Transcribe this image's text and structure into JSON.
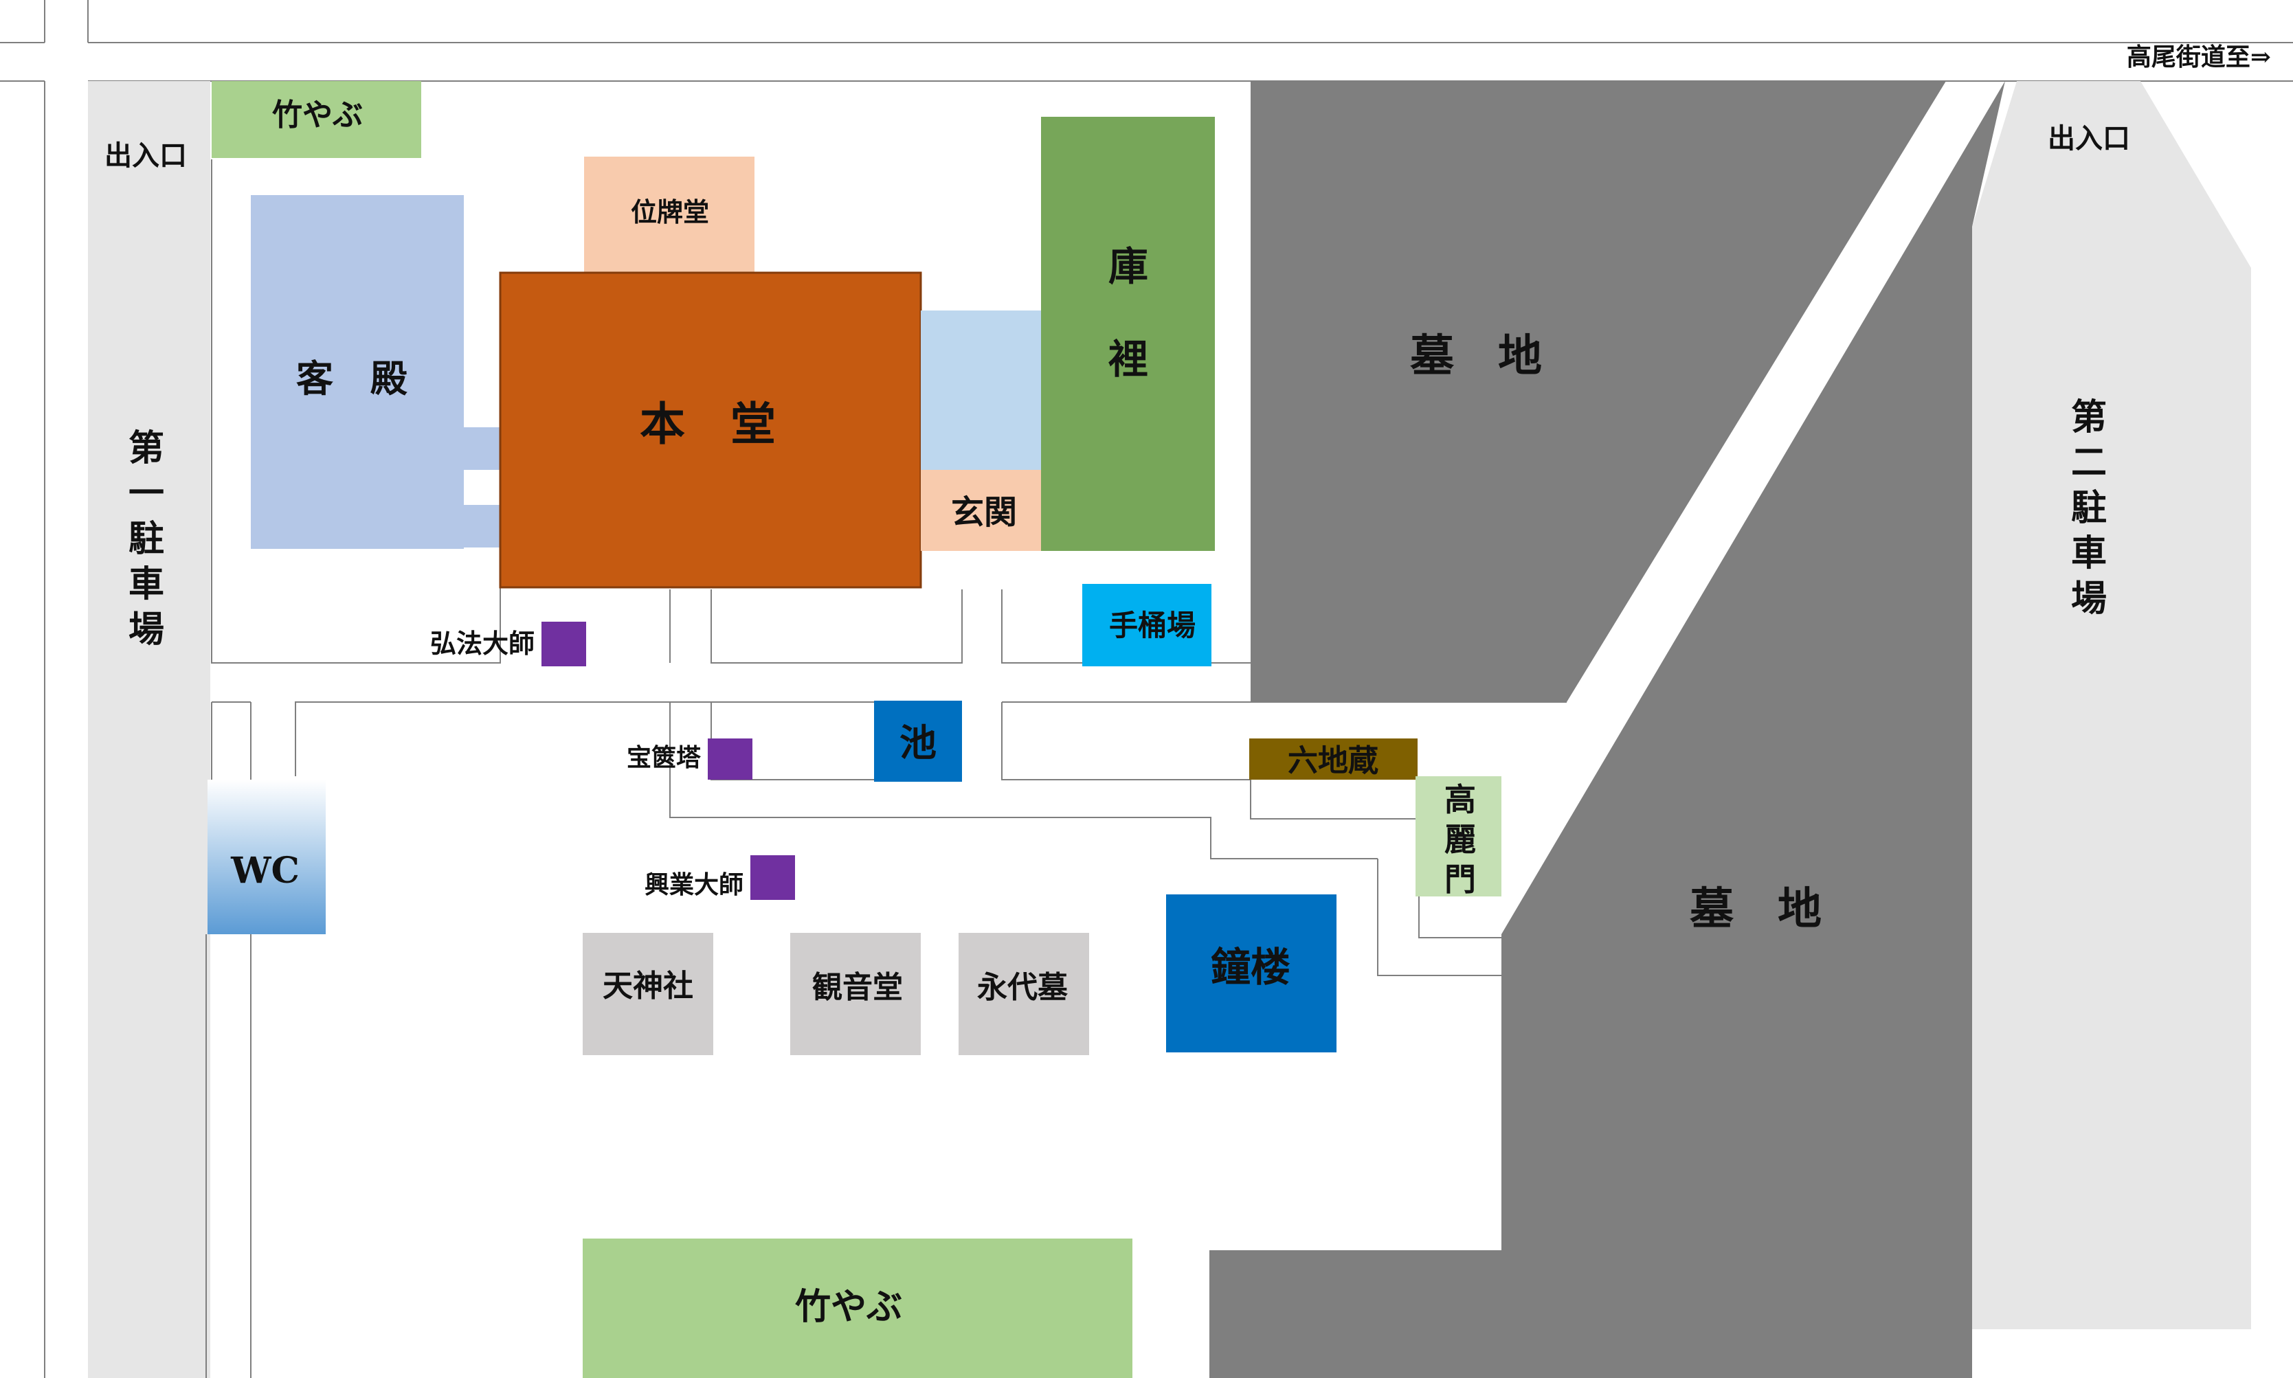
{
  "colors": {
    "road": "#e6e6e6",
    "grave": "#7f7f7f",
    "hall": "#c55a11",
    "guest_hall": "#b4c7e7",
    "corridor": "#bdd7ee",
    "ihaido": "#f8cbad",
    "kuri": "#77a659",
    "bamboo": "#a9d18e",
    "shrine": "#d0cece",
    "statue": "#7030a0",
    "pond": "#0070c0",
    "water": "#00b0f0",
    "jizo": "#7f6000",
    "gate": "#c5e0b4",
    "line": "#7f7f7f"
  },
  "labels": {
    "takao_road": "高尾街道至⇒",
    "entrance_left": "出入口",
    "entrance_right": "出入口",
    "parking_1": "第一駐車場",
    "parking_2": "第二駐車場",
    "bamboo_top": "竹やぶ",
    "bamboo_bottom": "竹やぶ",
    "ihaido": "位牌堂",
    "kyakuden": "客　殿",
    "hondo": "本　堂",
    "kuri": "庫裡",
    "genkan": "玄関",
    "ohaka_top": "墓　地",
    "ohaka_bottom": "墓　地",
    "teoke": "手桶場",
    "kobo": "弘法大師",
    "hokyoto": "宝篋塔",
    "ike": "池",
    "rokujizo": "六地蔵",
    "koraimon": "高麗門",
    "wc": "WC",
    "kogyo": "興業大師",
    "tenjinsha": "天神社",
    "kannondo": "観音堂",
    "eitaibo": "永代墓",
    "shoro": "鐘楼"
  }
}
